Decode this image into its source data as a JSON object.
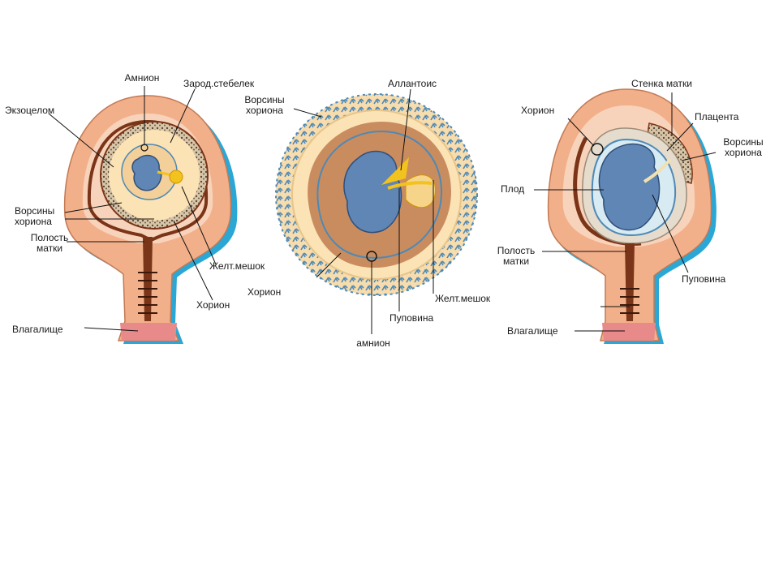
{
  "figure1": {
    "amnion": "Амнион",
    "stalk": "Зарод.стебелек",
    "exocoelom": "Экзоцелом",
    "villi": "Ворсины\nхориона",
    "cavity": "Полость\nматки",
    "yolk_sac": "Желт.мешок",
    "chorion": "Хорион",
    "vagina": "Влагалище"
  },
  "figure2": {
    "villi": "Ворсины\nхориона",
    "allantois": "Аллантоис",
    "chorion": "Хорион",
    "yolk_sac": "Желт.мешок",
    "cord": "Пуповина",
    "amnion": "амнион"
  },
  "figure3": {
    "wall": "Стенка матки",
    "chorion": "Хорион",
    "placenta": "Плацента",
    "villi": "Ворсины\nхориона",
    "fetus": "Плод",
    "cavity": "Полость\nматки",
    "cord": "Пуповина",
    "vagina": "Влагалище"
  },
  "colors": {
    "uterus_wall": "#f2b08a",
    "uterus_inner": "#f8d3bb",
    "endometrium": "#7a3418",
    "embryo": "#5f86b5",
    "embryo_outline": "#2f4f7a",
    "chorion_fill": "#fbe3b5",
    "amnion_fill": "#c98c5f",
    "villi": "#4e89b5",
    "yolk": "#f2c21e",
    "vagina": "#e88a8a",
    "shadow": "#2aa7d4"
  }
}
